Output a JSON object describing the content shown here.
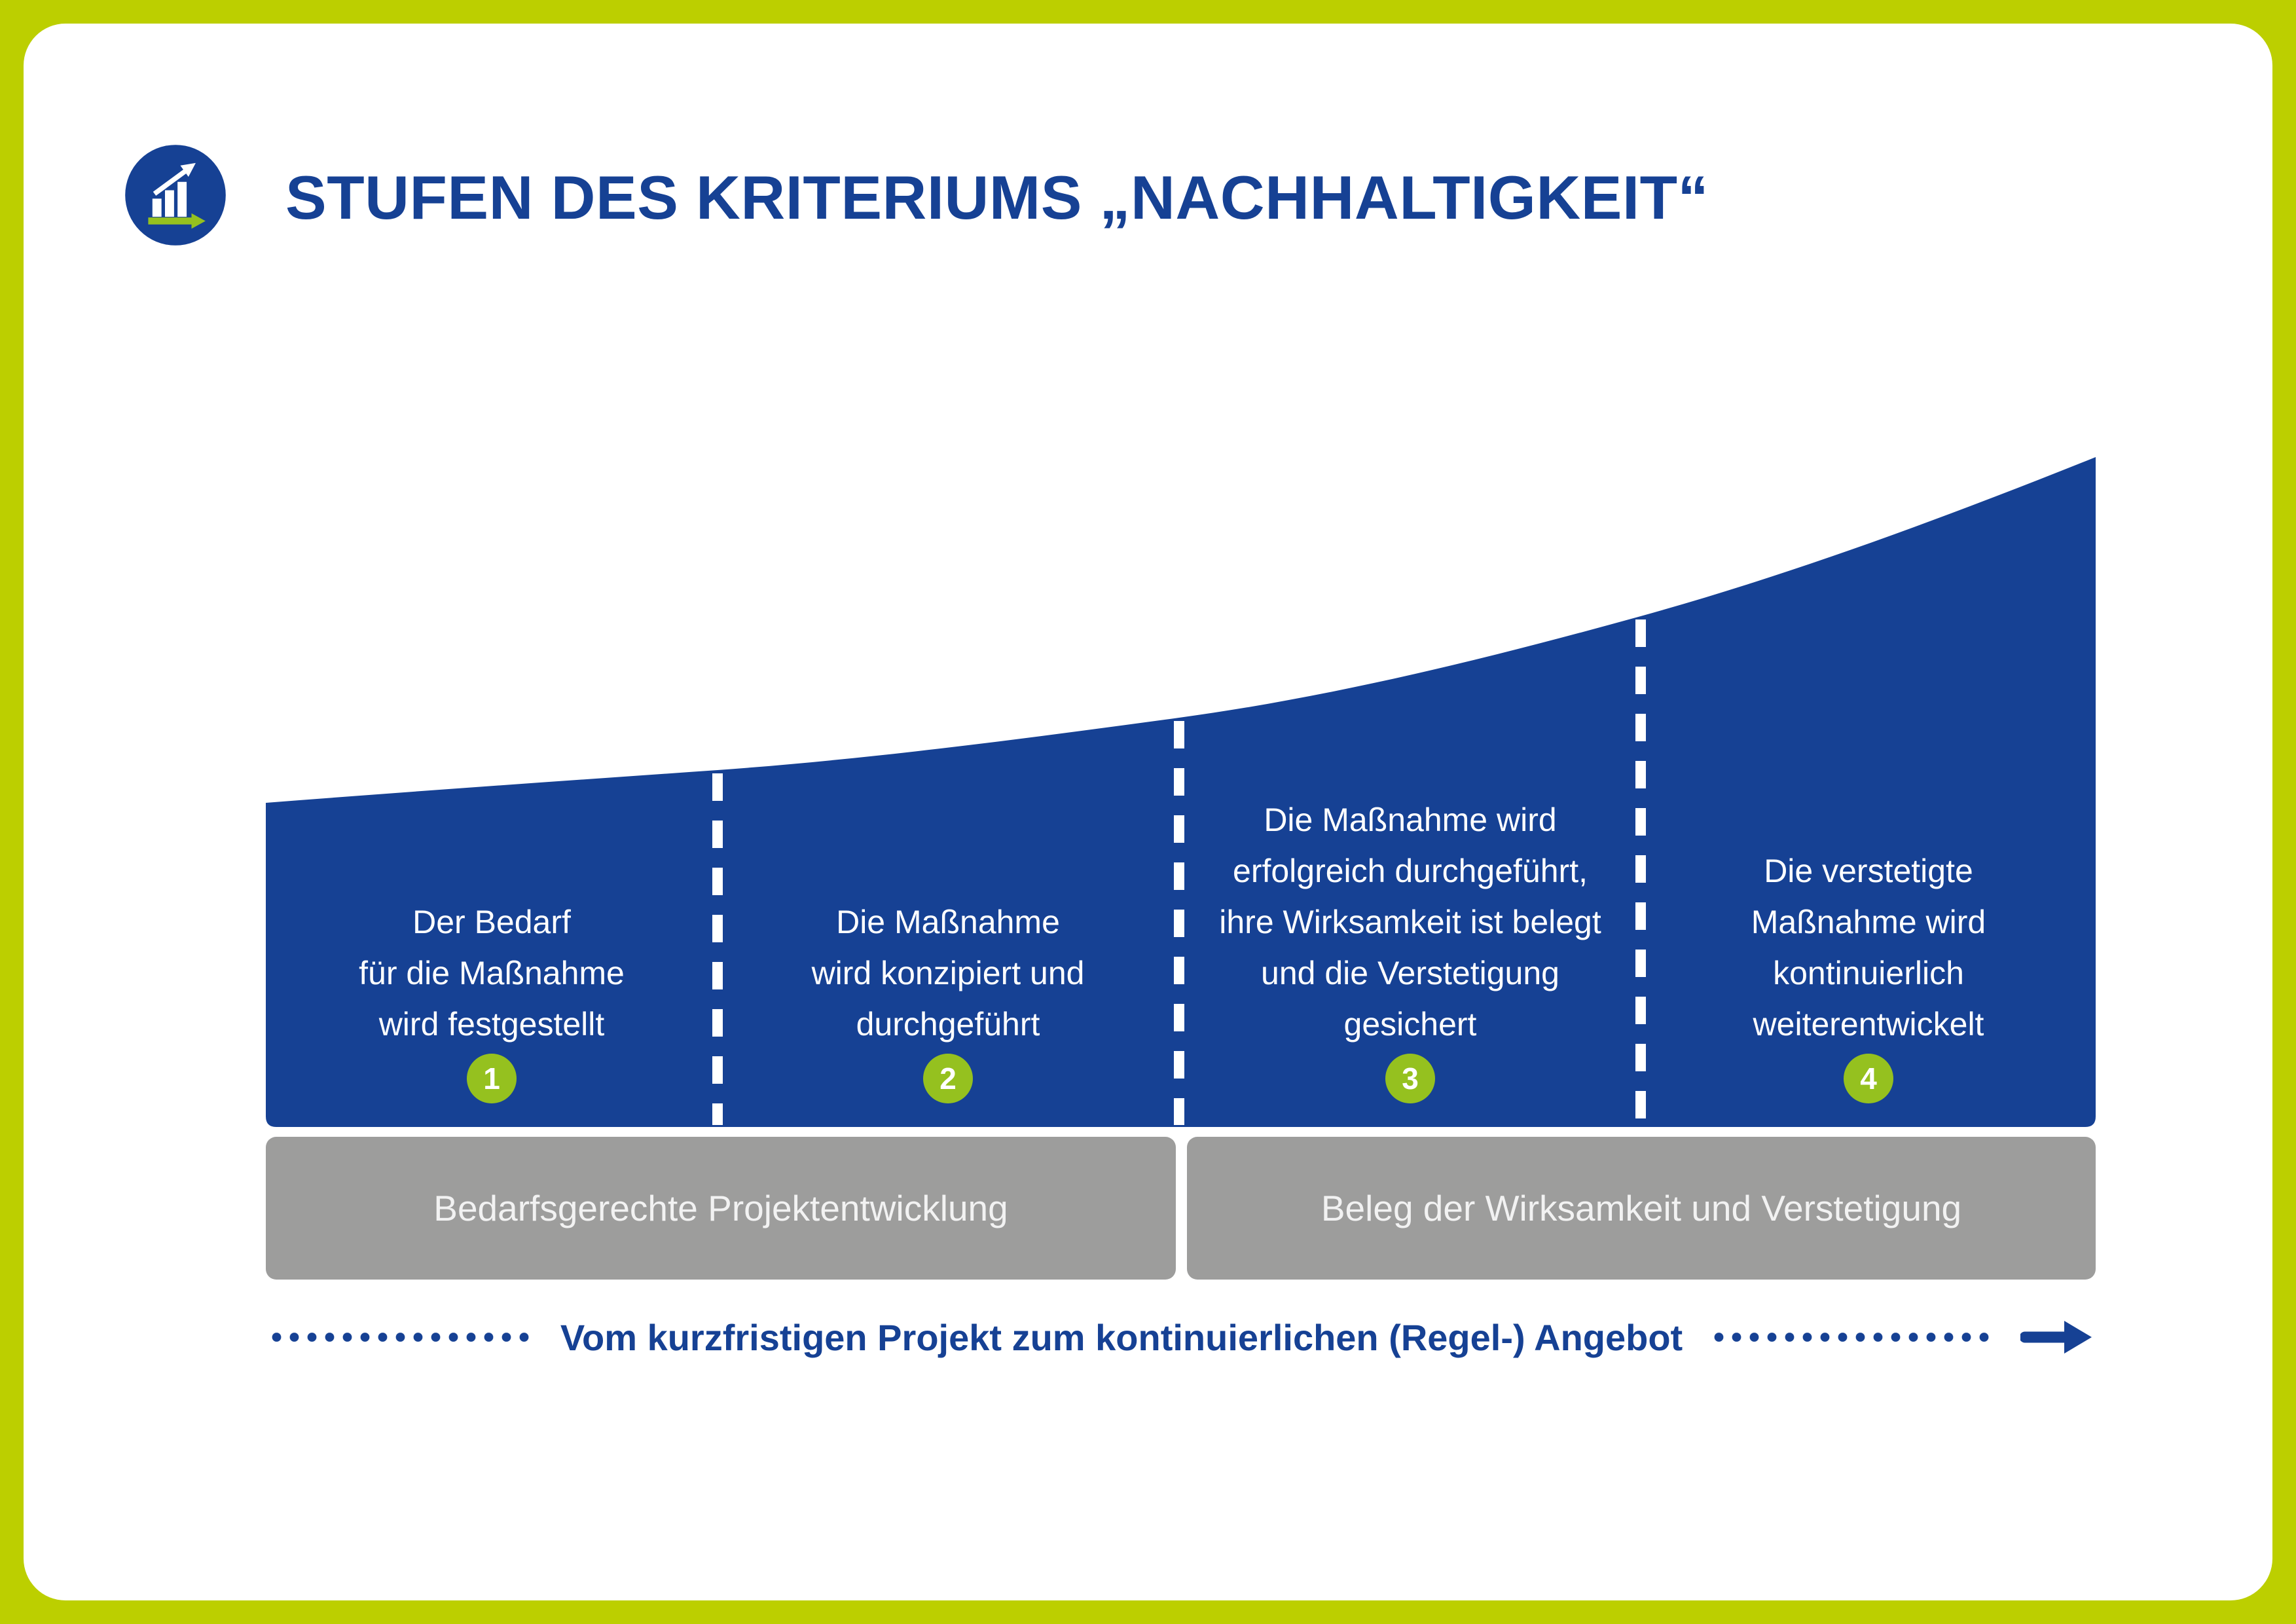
{
  "colors": {
    "blue": "#164194",
    "border_green": "#bccf00",
    "accent_green": "#95c11f",
    "gray": "#9d9d9c",
    "white": "#ffffff"
  },
  "header": {
    "title": "STUFEN DES KRITERIUMS „NACHHALTIGKEIT“",
    "logo_icon": "growth-chart-icon"
  },
  "stages": [
    {
      "number": "1",
      "text": "Der Bedarf\nfür die Maßnahme\nwird festgestellt"
    },
    {
      "number": "2",
      "text": "Die Maßnahme\nwird konzipiert und\ndurchgeführt"
    },
    {
      "number": "3",
      "text": "Die Maßnahme wird\nerfolgreich durchgeführt,\nihre Wirksamkeit ist belegt\nund die Verstetigung\ngesichert"
    },
    {
      "number": "4",
      "text": "Die verstetigte\nMaßnahme wird\nkontinuierlich\nweiterentwickelt"
    }
  ],
  "phases": [
    {
      "label": "Bedarfsgerechte Projektentwicklung"
    },
    {
      "label": "Beleg der Wirksamkeit und Verstetigung"
    }
  ],
  "footer": {
    "label": "Vom kurzfristigen Projekt zum kontinuierlichen (Regel-) Angebot"
  }
}
